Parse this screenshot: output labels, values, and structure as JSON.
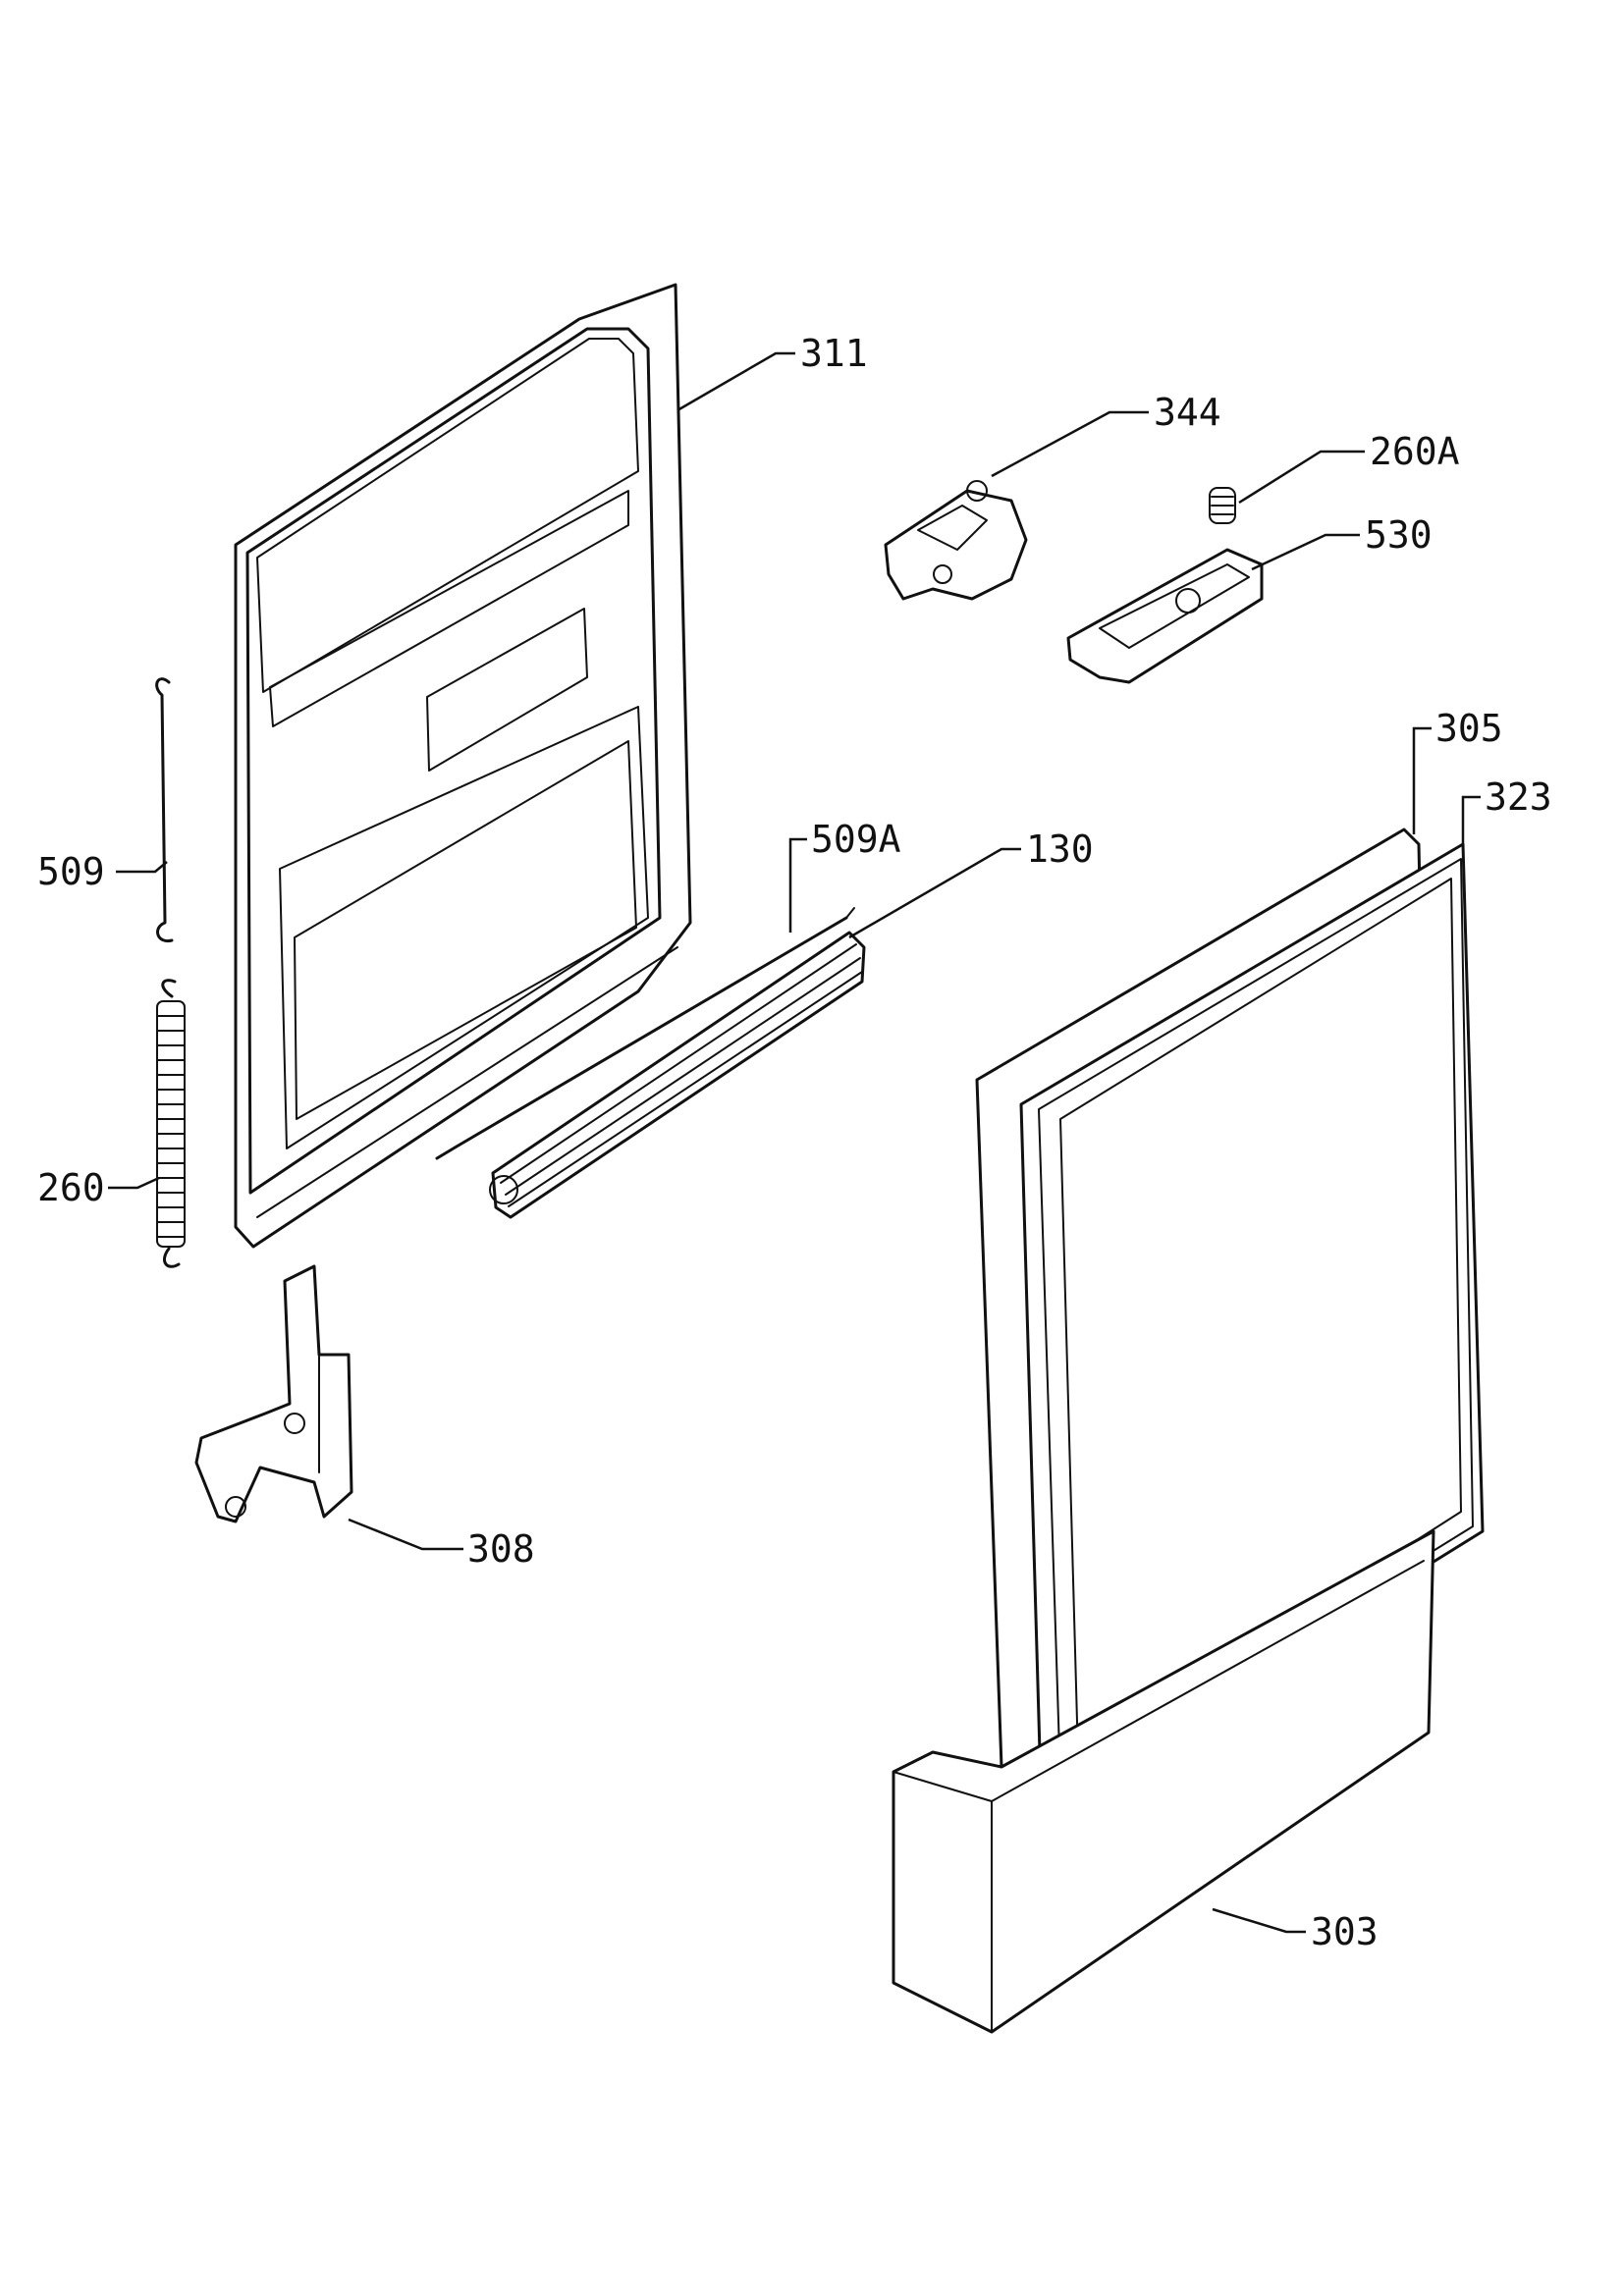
{
  "callouts": {
    "c311": "311",
    "c344": "344",
    "c260A": "260A",
    "c530": "530",
    "c305": "305",
    "c323": "323",
    "c509A": "509A",
    "c130": "130",
    "c509": "509",
    "c260": "260",
    "c308": "308",
    "c303": "303"
  }
}
